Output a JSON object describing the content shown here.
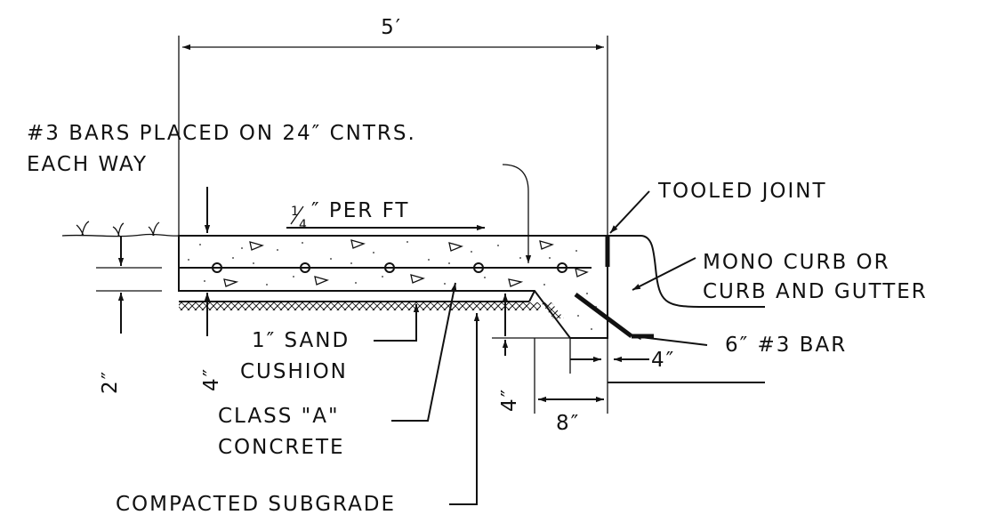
{
  "dimensions": {
    "width": "5′",
    "top_thickness": "2″",
    "slab_thickness": "4″",
    "toe_depth": "4″",
    "toe_offset": "4″",
    "toe_width": "8″"
  },
  "labels": {
    "bars_line1": "#3 BARS PLACED ON 24″ CNTRS.",
    "bars_line2": "EACH WAY",
    "slope_num": "1",
    "slope_den": "4",
    "slope_rest": "″ PER FT",
    "tooled_joint": "TOOLED JOINT",
    "mono_line1": "MONO CURB OR",
    "mono_line2": "CURB AND GUTTER",
    "bar6": "6″ #3 BAR",
    "sand_line1": "1″ SAND",
    "sand_line2": "CUSHION",
    "class_line1": "CLASS \"A\"",
    "class_line2": "CONCRETE",
    "subgrade": "COMPACTED SUBGRADE"
  }
}
